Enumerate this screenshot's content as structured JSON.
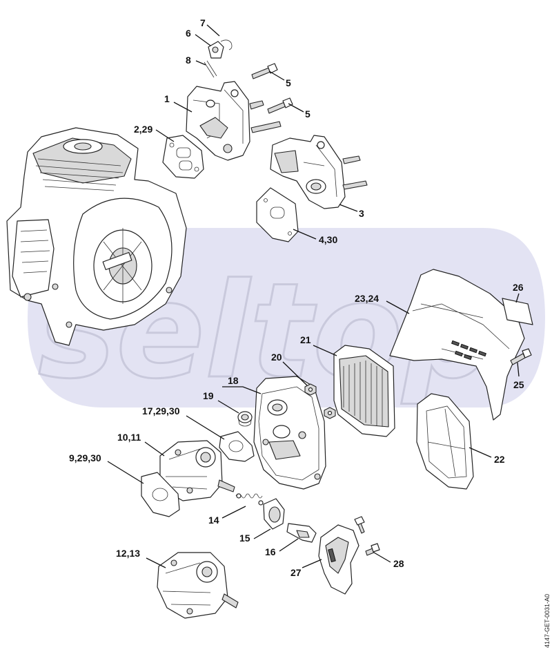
{
  "watermark": "seltop",
  "drawing_code": "4147-GET-0031-A0",
  "parts": [
    {
      "id": "p1",
      "label": "1"
    },
    {
      "id": "p2_29",
      "label": "2,29"
    },
    {
      "id": "p3",
      "label": "3"
    },
    {
      "id": "p4_30",
      "label": "4,30"
    },
    {
      "id": "p5a",
      "label": "5"
    },
    {
      "id": "p5b",
      "label": "5"
    },
    {
      "id": "p6",
      "label": "6"
    },
    {
      "id": "p7",
      "label": "7"
    },
    {
      "id": "p8",
      "label": "8"
    },
    {
      "id": "p9_29_30",
      "label": "9,29,30"
    },
    {
      "id": "p10_11",
      "label": "10,11"
    },
    {
      "id": "p12_13",
      "label": "12,13"
    },
    {
      "id": "p14",
      "label": "14"
    },
    {
      "id": "p15",
      "label": "15"
    },
    {
      "id": "p16",
      "label": "16"
    },
    {
      "id": "p17_29_30",
      "label": "17,29,30"
    },
    {
      "id": "p18",
      "label": "18"
    },
    {
      "id": "p19",
      "label": "19"
    },
    {
      "id": "p20",
      "label": "20"
    },
    {
      "id": "p21",
      "label": "21"
    },
    {
      "id": "p22",
      "label": "22"
    },
    {
      "id": "p23_24",
      "label": "23,24"
    },
    {
      "id": "p25",
      "label": "25"
    },
    {
      "id": "p26",
      "label": "26"
    },
    {
      "id": "p27",
      "label": "27"
    },
    {
      "id": "p28",
      "label": "28"
    }
  ]
}
